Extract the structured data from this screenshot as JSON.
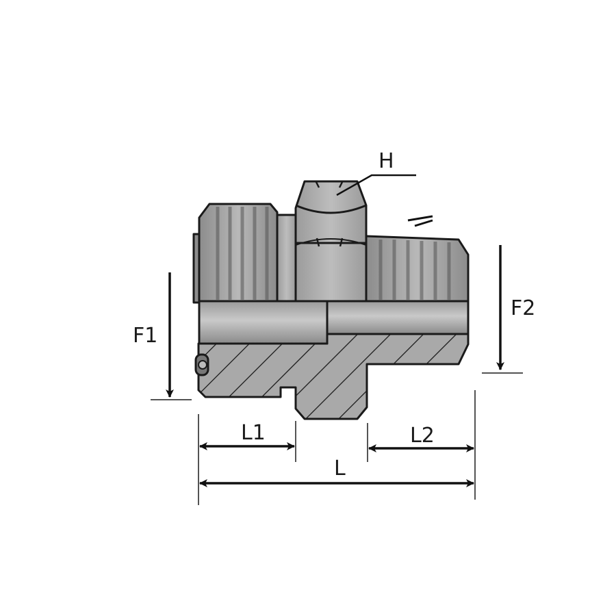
{
  "labels": {
    "h": "H",
    "f1": "F1",
    "f2": "F2",
    "l1": "L1",
    "l2": "L2",
    "l": "L"
  },
  "colors": {
    "metal": "#a9a9a9",
    "metal_dark": "#7f7f7f",
    "metal_light": "#c4c4c4",
    "outline": "#1a1a1a",
    "hatch": "#1a1a1a"
  }
}
